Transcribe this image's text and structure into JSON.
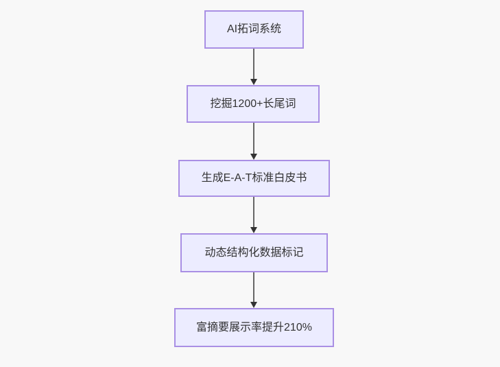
{
  "diagram": {
    "type": "flowchart",
    "direction": "top-down",
    "nodes": [
      {
        "id": "A",
        "label": "AI拓词系统"
      },
      {
        "id": "B",
        "label": "挖掘1200+长尾词"
      },
      {
        "id": "C",
        "label": "生成E-A-T标准白皮书"
      },
      {
        "id": "D",
        "label": "动态结构化数据标记"
      },
      {
        "id": "E",
        "label": "富摘要展示率提升210%"
      }
    ],
    "edges": [
      {
        "from": "A",
        "to": "B"
      },
      {
        "from": "B",
        "to": "C"
      },
      {
        "from": "C",
        "to": "D"
      },
      {
        "from": "D",
        "to": "E"
      }
    ],
    "colors": {
      "node_fill": "#ECECFF",
      "node_border": "#9370DB",
      "node_text": "#333333",
      "edge_line": "#666666",
      "edge_arrowhead": "#333333",
      "background": "#f8f8f8"
    }
  }
}
